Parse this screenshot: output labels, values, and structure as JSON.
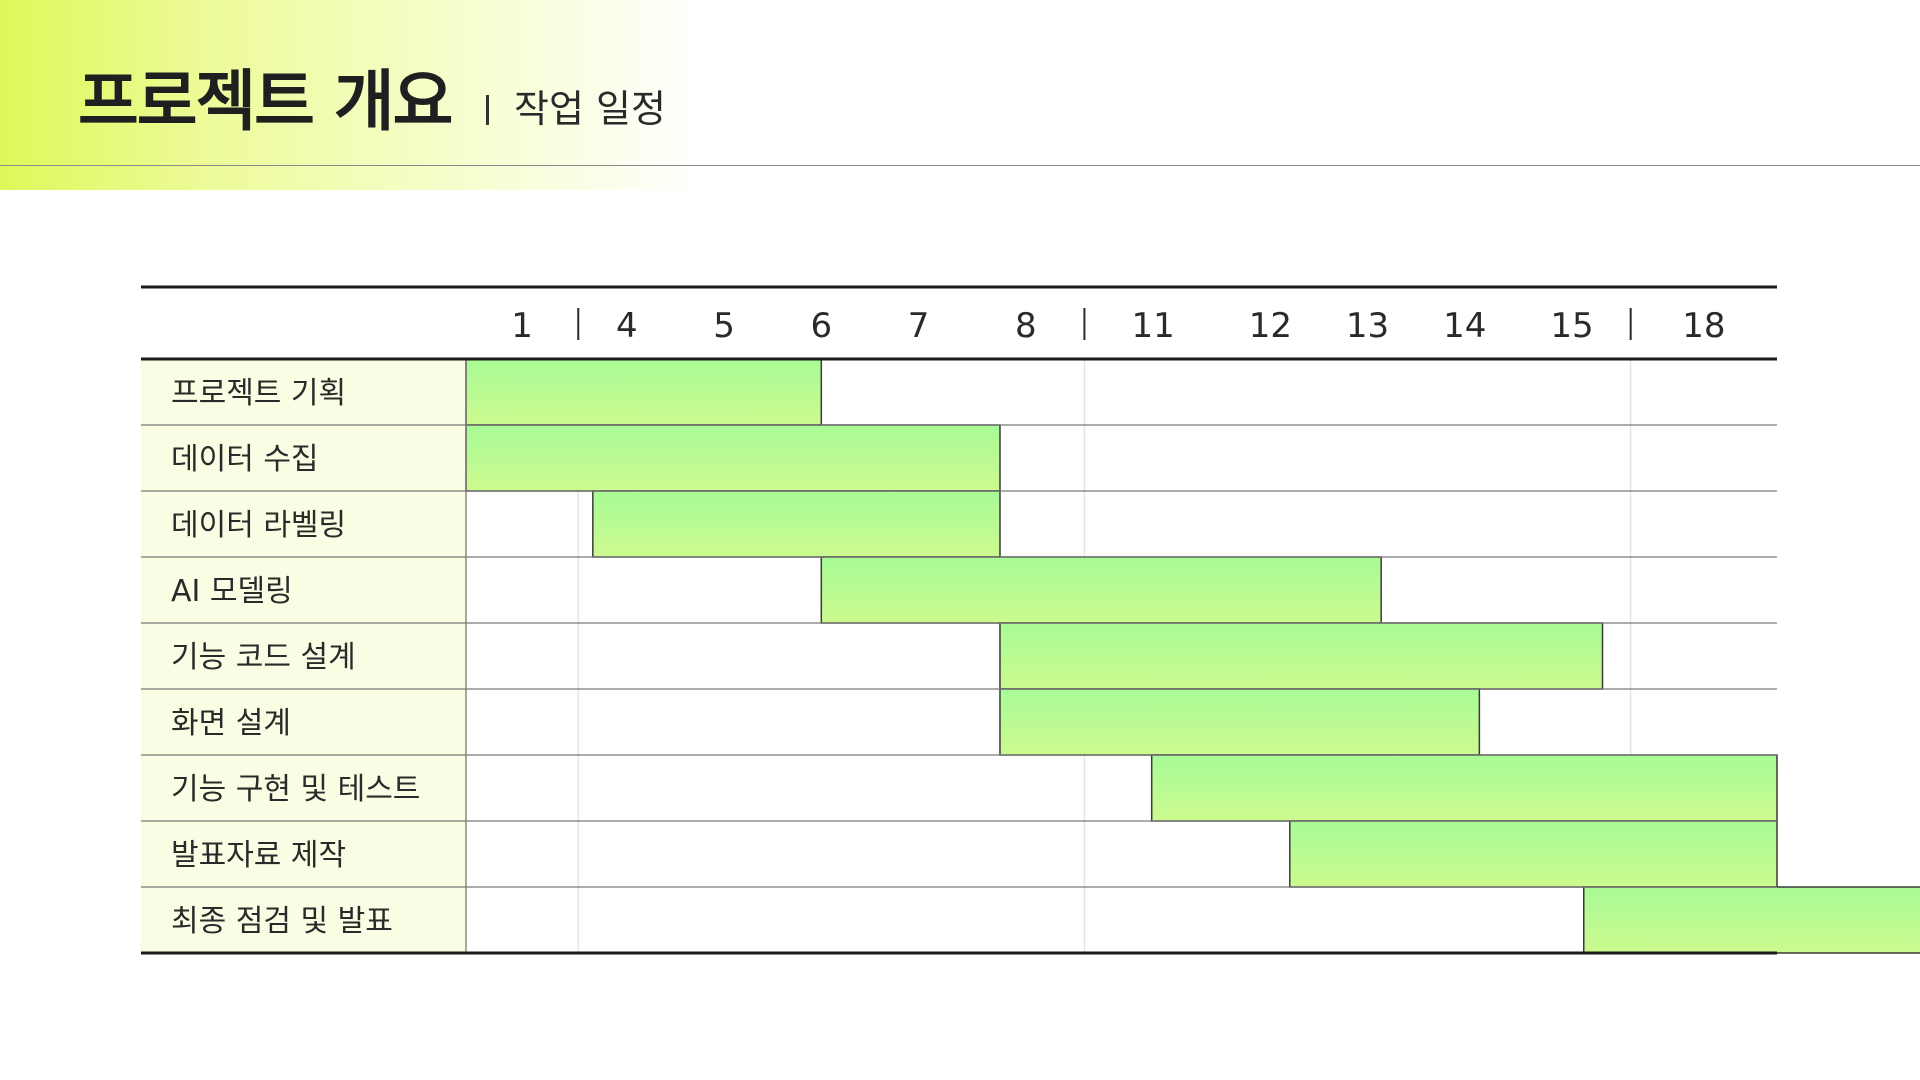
{
  "header": {
    "title": "프로젝트 개요",
    "subtitle": "작업 일정"
  },
  "colors": {
    "accent": "#dff75a",
    "bar_top": "#a8fb96",
    "bar_bottom": "#ccfa8f",
    "label_bg": "#fafde3",
    "rule": "#1a1a1a"
  },
  "chart_data": {
    "type": "bar",
    "subtype": "gantt",
    "title": "",
    "xlabel": "",
    "ylabel": "",
    "columns": [
      "1",
      "4",
      "5",
      "6",
      "7",
      "8",
      "11",
      "12",
      "13",
      "14",
      "15",
      "18"
    ],
    "group_separators_after": [
      "1",
      "8",
      "15"
    ],
    "tasks": [
      {
        "name": "프로젝트 기획",
        "start": 0,
        "end": 3.5
      },
      {
        "name": "데이터 수집",
        "start": 0,
        "end": 5.28
      },
      {
        "name": "데이터 라벨링",
        "start": 1.15,
        "end": 5.28
      },
      {
        "name": "AI 모델링",
        "start": 3.5,
        "end": 8.64
      },
      {
        "name": "기능 코드 설계",
        "start": 5.28,
        "end": 10.76
      },
      {
        "name": "화면 설계",
        "start": 5.28,
        "end": 9.65
      },
      {
        "name": "기능 구현 및 테스트",
        "start": 6.49,
        "end": 12.0
      },
      {
        "name": "발표자료 제작",
        "start": 7.7,
        "end": 12.0
      },
      {
        "name": "최종 점검 및 발표",
        "start": 10.6,
        "end": 13.51
      }
    ]
  }
}
